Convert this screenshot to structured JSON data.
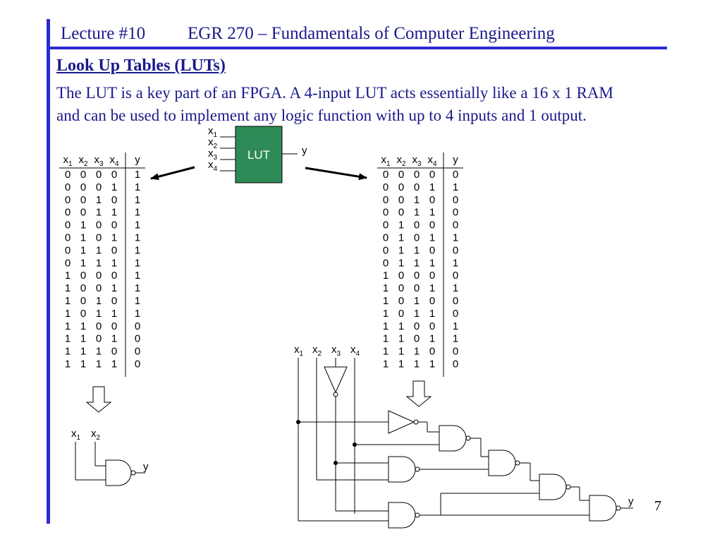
{
  "header": {
    "lecture": "Lecture #10",
    "course": "EGR 270 – Fundamentals of Computer Engineering"
  },
  "title": "Look Up Tables (LUTs)",
  "body_lines": [
    "The LUT is a key part of an FPGA.  A 4-input LUT acts essentially like a 16 x 1 RAM",
    "and can be used to implement any logic function with up to 4 inputs and 1 output."
  ],
  "lut_block": {
    "label": "LUT",
    "fill": "#2e8b57",
    "output": "y",
    "inputs": [
      {
        "base": "x",
        "sub": "1"
      },
      {
        "base": "x",
        "sub": "2"
      },
      {
        "base": "x",
        "sub": "3"
      },
      {
        "base": "x",
        "sub": "4"
      }
    ]
  },
  "truth_table_headers": [
    {
      "base": "x",
      "sub": "1"
    },
    {
      "base": "x",
      "sub": "2"
    },
    {
      "base": "x",
      "sub": "3"
    },
    {
      "base": "x",
      "sub": "4"
    },
    {
      "base": "y",
      "sub": ""
    }
  ],
  "input_rows": [
    [
      "0",
      "0",
      "0",
      "0"
    ],
    [
      "0",
      "0",
      "0",
      "1"
    ],
    [
      "0",
      "0",
      "1",
      "0"
    ],
    [
      "0",
      "0",
      "1",
      "1"
    ],
    [
      "0",
      "1",
      "0",
      "0"
    ],
    [
      "0",
      "1",
      "0",
      "1"
    ],
    [
      "0",
      "1",
      "1",
      "0"
    ],
    [
      "0",
      "1",
      "1",
      "1"
    ],
    [
      "1",
      "0",
      "0",
      "0"
    ],
    [
      "1",
      "0",
      "0",
      "1"
    ],
    [
      "1",
      "0",
      "1",
      "0"
    ],
    [
      "1",
      "0",
      "1",
      "1"
    ],
    [
      "1",
      "1",
      "0",
      "0"
    ],
    [
      "1",
      "1",
      "0",
      "1"
    ],
    [
      "1",
      "1",
      "1",
      "0"
    ],
    [
      "1",
      "1",
      "1",
      "1"
    ]
  ],
  "left_outputs": [
    "1",
    "1",
    "1",
    "1",
    "1",
    "1",
    "1",
    "1",
    "1",
    "1",
    "1",
    "1",
    "0",
    "0",
    "0",
    "0"
  ],
  "right_outputs": [
    "0",
    "1",
    "0",
    "0",
    "0",
    "1",
    "0",
    "1",
    "0",
    "1",
    "0",
    "0",
    "1",
    "1",
    "0",
    "0"
  ],
  "left_circuit": {
    "inputs": [
      {
        "base": "x",
        "sub": "1"
      },
      {
        "base": "x",
        "sub": "2"
      }
    ],
    "output": "y"
  },
  "right_circuit": {
    "inputs": [
      {
        "base": "x",
        "sub": "1"
      },
      {
        "base": "x",
        "sub": "2"
      },
      {
        "base": "x",
        "sub": "3"
      },
      {
        "base": "x",
        "sub": "4"
      }
    ],
    "output": "y"
  },
  "page_number": "7"
}
